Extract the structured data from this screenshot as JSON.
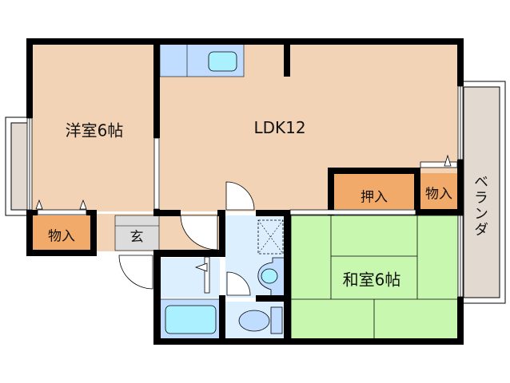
{
  "floorplan": {
    "colors": {
      "wall": "#000000",
      "flooring": "#f2d3b6",
      "tatami": "#c8f8b0",
      "closet": "#f2aa6a",
      "wet_area": "#dcefff",
      "fixture": "#aaf0ff",
      "fixture_base": "#c0dcff",
      "genkan": "#dcdcdc",
      "balcony": "#e2d9d0"
    },
    "rooms": [
      {
        "id": "western-room",
        "label": "洋室6帖"
      },
      {
        "id": "ldk",
        "label": "LDK12"
      },
      {
        "id": "japanese-room",
        "label": "和室6帖"
      },
      {
        "id": "oshiire",
        "label": "押入"
      },
      {
        "id": "storage-right",
        "label": "物入"
      },
      {
        "id": "storage-left",
        "label": "物入"
      },
      {
        "id": "genkan",
        "label": "玄"
      },
      {
        "id": "balcony",
        "label": "ベランダ"
      }
    ]
  }
}
